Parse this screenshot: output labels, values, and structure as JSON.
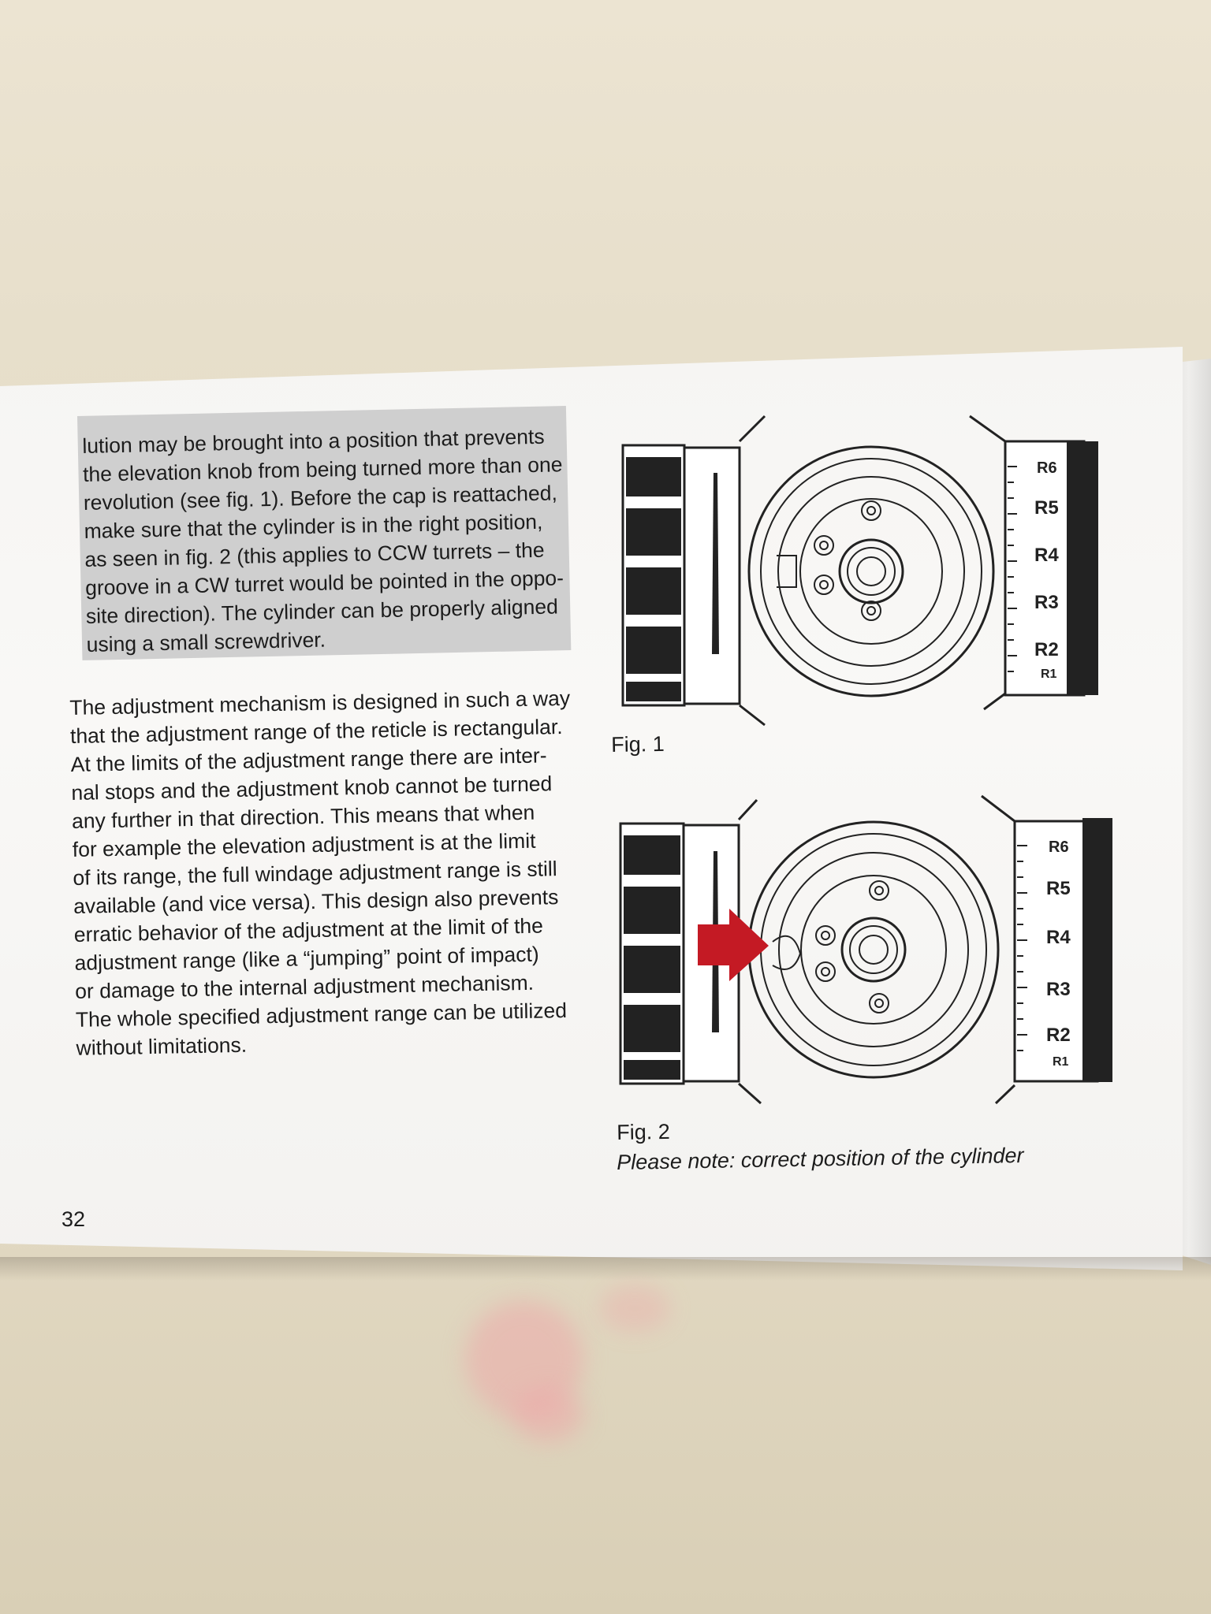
{
  "manual": {
    "paragraph1_lines": [
      "lution may be brought into a position that prevents",
      "the elevation knob from being turned more than one",
      "revolution (see fig. 1). Before the cap is reattached,",
      "make sure that the cylinder is in the right position,",
      "as seen in fig. 2 (this applies to CCW turrets – the",
      "groove in a CW turret would be pointed in the oppo-",
      "site direction). The cylinder can be properly aligned",
      "using a small screwdriver."
    ],
    "paragraph2_lines": [
      "The adjustment mechanism is designed in such a way",
      "that the adjustment range of the reticle is rectangular.",
      "At the limits of the adjustment range there are inter-",
      "nal stops and the adjustment knob cannot be turned",
      "any further in that direction. This means that when",
      "for example the elevation adjustment is at the limit",
      "of its range, the full windage adjustment range is still",
      "available (and vice versa). This design also prevents",
      "erratic behavior of the adjustment at the limit of the",
      "adjustment range (like a “jumping” point of impact)",
      "or damage to the internal adjustment mechanism.",
      "The whole specified adjustment range can be utilized",
      "without limitations."
    ],
    "figure1": {
      "caption": "Fig. 1",
      "scale_labels": [
        "R6",
        "R5",
        "R4",
        "R3",
        "R2",
        "R1"
      ]
    },
    "figure2": {
      "caption": "Fig. 2",
      "note": "Please note: correct position of the cylinder",
      "scale_labels": [
        "R6",
        "R5",
        "R4",
        "R3",
        "R2",
        "R1"
      ],
      "arrow_color": "#c41a24"
    },
    "page_number": "32"
  }
}
